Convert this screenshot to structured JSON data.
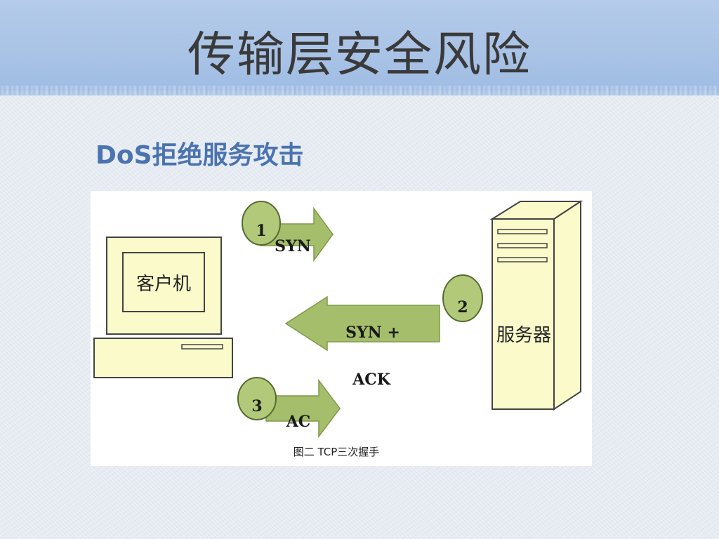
{
  "slide": {
    "title": "传输层安全风险",
    "subtitle": "DoS拒绝服务攻击"
  },
  "diagram": {
    "client_label": "客户机",
    "server_label": "服务器",
    "steps": [
      {
        "number": "1",
        "label": "SYN"
      },
      {
        "number": "2",
        "label": "SYN +",
        "label_2": "ACK"
      },
      {
        "number": "3",
        "label": "AC"
      }
    ],
    "caption": "图二  TCP三次握手"
  },
  "colors": {
    "title_band": "#a9c3e6",
    "subtitle_text": "#4a73b0",
    "arrow_green": "#a5be6b",
    "circle_green": "#b3c97a",
    "device_fill": "#fafacb"
  }
}
